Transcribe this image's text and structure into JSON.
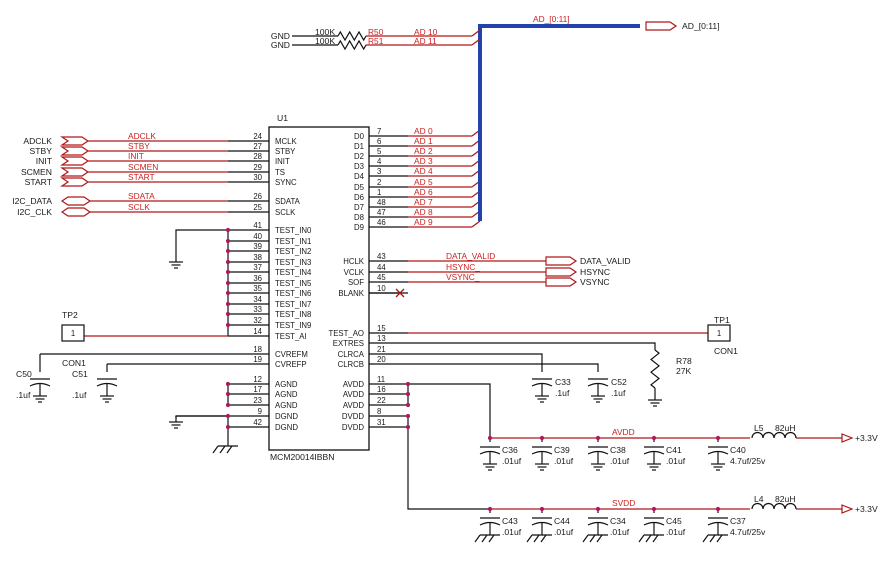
{
  "ic": {
    "ref": "U1",
    "part": "MCM20014IBBN",
    "left_pins": [
      {
        "num": "24",
        "name": "MCLK",
        "net": "ADCLK"
      },
      {
        "num": "27",
        "name": "STBY",
        "net": "STBY"
      },
      {
        "num": "28",
        "name": "INIT",
        "net": "INIT"
      },
      {
        "num": "29",
        "name": "TS",
        "net": "SCMEN"
      },
      {
        "num": "30",
        "name": "SYNC",
        "net": "START"
      },
      {
        "num": "26",
        "name": "SDATA",
        "net": "SDATA"
      },
      {
        "num": "25",
        "name": "SCLK",
        "net": "SCLK"
      },
      {
        "num": "41",
        "name": "TEST_IN0",
        "net": ""
      },
      {
        "num": "40",
        "name": "TEST_IN1",
        "net": ""
      },
      {
        "num": "39",
        "name": "TEST_IN2",
        "net": ""
      },
      {
        "num": "38",
        "name": "TEST_IN3",
        "net": ""
      },
      {
        "num": "37",
        "name": "TEST_IN4",
        "net": ""
      },
      {
        "num": "36",
        "name": "TEST_IN5",
        "net": ""
      },
      {
        "num": "35",
        "name": "TEST_IN6",
        "net": ""
      },
      {
        "num": "34",
        "name": "TEST_IN7",
        "net": ""
      },
      {
        "num": "33",
        "name": "TEST_IN8",
        "net": ""
      },
      {
        "num": "32",
        "name": "TEST_IN9",
        "net": ""
      },
      {
        "num": "14",
        "name": "TEST_AI",
        "net": ""
      },
      {
        "num": "18",
        "name": "CVREFM",
        "net": ""
      },
      {
        "num": "19",
        "name": "CVREFP",
        "net": ""
      },
      {
        "num": "12",
        "name": "AGND",
        "net": ""
      },
      {
        "num": "17",
        "name": "AGND",
        "net": ""
      },
      {
        "num": "23",
        "name": "AGND",
        "net": ""
      },
      {
        "num": "9",
        "name": "DGND",
        "net": ""
      },
      {
        "num": "42",
        "name": "DGND",
        "net": ""
      }
    ],
    "right_pins": [
      {
        "num": "7",
        "name": "D0",
        "net": "AD_0"
      },
      {
        "num": "6",
        "name": "D1",
        "net": "AD_1"
      },
      {
        "num": "5",
        "name": "D2",
        "net": "AD_2"
      },
      {
        "num": "4",
        "name": "D3",
        "net": "AD_3"
      },
      {
        "num": "3",
        "name": "D4",
        "net": "AD_4"
      },
      {
        "num": "2",
        "name": "D5",
        "net": "AD_5"
      },
      {
        "num": "1",
        "name": "D6",
        "net": "AD_6"
      },
      {
        "num": "48",
        "name": "D7",
        "net": "AD_7"
      },
      {
        "num": "47",
        "name": "D8",
        "net": "AD_8"
      },
      {
        "num": "46",
        "name": "D9",
        "net": "AD_9"
      },
      {
        "num": "43",
        "name": "HCLK",
        "net": "DATA_VALID"
      },
      {
        "num": "44",
        "name": "VCLK",
        "net": "HSYNC_"
      },
      {
        "num": "45",
        "name": "SOF",
        "net": "VSYNC_"
      },
      {
        "num": "10",
        "name": "BLANK",
        "net": ""
      },
      {
        "num": "15",
        "name": "TEST_AO",
        "net": ""
      },
      {
        "num": "13",
        "name": "EXTRES",
        "net": ""
      },
      {
        "num": "21",
        "name": "CLRCA",
        "net": ""
      },
      {
        "num": "20",
        "name": "CLRCB",
        "net": ""
      },
      {
        "num": "11",
        "name": "AVDD",
        "net": ""
      },
      {
        "num": "16",
        "name": "AVDD",
        "net": ""
      },
      {
        "num": "22",
        "name": "AVDD",
        "net": ""
      },
      {
        "num": "8",
        "name": "DVDD",
        "net": ""
      },
      {
        "num": "31",
        "name": "DVDD",
        "net": ""
      }
    ]
  },
  "ports_left": [
    "ADCLK",
    "STBY",
    "INIT",
    "SCMEN",
    "START",
    "I2C_DATA",
    "I2C_CLK"
  ],
  "ports_right": [
    "DATA_VALID",
    "HSYNC",
    "VSYNC"
  ],
  "bus": {
    "label": "AD_[0:11]",
    "port": "AD_[0:11]"
  },
  "top_resistors": [
    {
      "ref": "R50",
      "value": "100K",
      "net": "AD_10",
      "gnd": "GND"
    },
    {
      "ref": "R51",
      "value": "100K",
      "net": "AD_11",
      "gnd": "GND"
    }
  ],
  "test_points": [
    {
      "ref": "TP2",
      "pin": "1",
      "con": "CON1"
    },
    {
      "ref": "TP1",
      "pin": "1",
      "con": "CON1"
    }
  ],
  "r78": {
    "ref": "R78",
    "value": "27K"
  },
  "caps_ref": [
    {
      "ref": "C50",
      "value": ".1uf"
    },
    {
      "ref": "C51",
      "value": ".1uf"
    },
    {
      "ref": "C33",
      "value": ".1uf"
    },
    {
      "ref": "C52",
      "value": ".1uf"
    }
  ],
  "avdd": {
    "label": "AVDD",
    "caps": [
      {
        "ref": "C36",
        "value": ".01uf"
      },
      {
        "ref": "C39",
        "value": ".01uf"
      },
      {
        "ref": "C38",
        "value": ".01uf"
      },
      {
        "ref": "C41",
        "value": ".01uf"
      },
      {
        "ref": "C40",
        "value": "4.7uf/25v"
      }
    ],
    "inductor": {
      "ref": "L5",
      "value": "82uH"
    },
    "supply": "+3.3V"
  },
  "svdd": {
    "label": "SVDD",
    "caps": [
      {
        "ref": "C43",
        "value": ".01uf"
      },
      {
        "ref": "C44",
        "value": ".01uf"
      },
      {
        "ref": "C34",
        "value": ".01uf"
      },
      {
        "ref": "C45",
        "value": ".01uf"
      },
      {
        "ref": "C37",
        "value": "4.7uf/25v"
      }
    ],
    "inductor": {
      "ref": "L4",
      "value": "82uH"
    },
    "supply": "+3.3V"
  }
}
